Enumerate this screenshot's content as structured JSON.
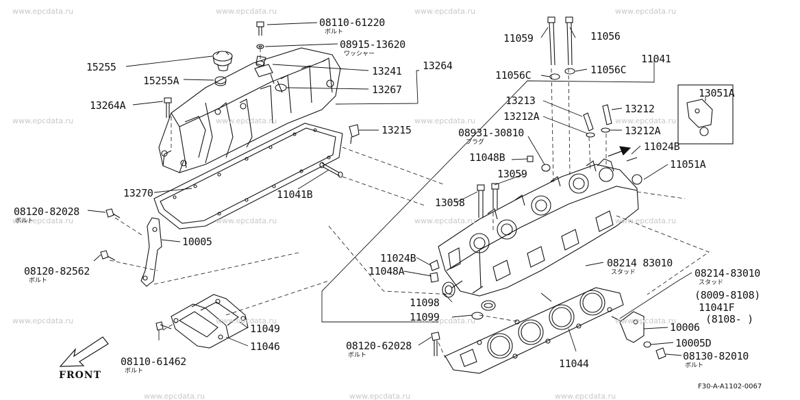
{
  "parts": {
    "p08110_61220": "08110-61220",
    "p08110_61220_sub": "ボルト",
    "p08915_13620": "08915-13620",
    "p08915_13620_sub": "ワッシャー",
    "p15255": "15255",
    "p15255A": "15255A",
    "p13241": "13241",
    "p13264": "13264",
    "p13267": "13267",
    "p13264A": "13264A",
    "p13215": "13215",
    "p13270": "13270",
    "p11041B": "11041B",
    "p08120_82028": "08120-82028",
    "p08120_82028_sub": "ボルト",
    "p10005": "10005",
    "p08120_82562": "08120-82562",
    "p08120_82562_sub": "ボルト",
    "p11049": "11049",
    "p11046": "11046",
    "p08110_61462": "08110-61462",
    "p08110_61462_sub": "ボルト",
    "p11059": "11059",
    "p11056": "11056",
    "p11041": "11041",
    "p11056C_left": "11056C",
    "p11056C_right": "11056C",
    "p13213": "13213",
    "p13212": "13212",
    "p13212A_left": "13212A",
    "p13212A_right": "13212A",
    "p13051A": "13051A",
    "p08931_30810": "08931-30810",
    "p08931_30810_sub": "プラグ",
    "p11048B": "11048B",
    "p11024B_right": "11024B",
    "p11051A": "11051A",
    "p13059": "13059",
    "p13058": "13058",
    "p11024B_left": "11024B",
    "p11048A": "11048A",
    "p08214_83010_a": "08214 83010",
    "p08214_83010_a_sub": "スタッド",
    "p08214_83010_b": "08214-83010",
    "p08214_83010_b_sub": "スタッド",
    "range1": "(8009-8108)",
    "p11041F": "11041F",
    "range2": "(8108-       )",
    "p11098": "11098",
    "p11099": "11099",
    "p10006": "10006",
    "p10005D": "10005D",
    "p08130_82010": "08130-82010",
    "p08130_82010_sub": "ボルト",
    "p08120_62028": "08120-62028",
    "p08120_62028_sub": "ボルト",
    "p11044": "11044"
  },
  "front_label": "FRONT",
  "figure_ref": "F30-A-A1102-0067",
  "watermark": "www.epcdata.ru"
}
